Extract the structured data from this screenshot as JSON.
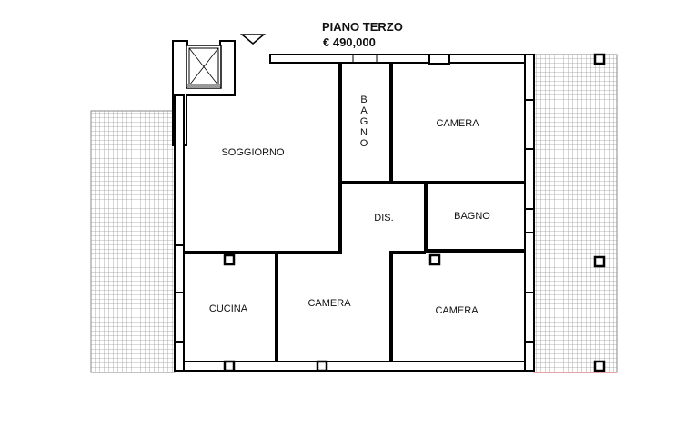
{
  "header": {
    "title": "PIANO TERZO",
    "price": "€ 490,000"
  },
  "rooms": {
    "soggiorno": "SOGGIORNO",
    "bagno_vertical": [
      "B",
      "A",
      "G",
      "N",
      "O"
    ],
    "camera_top": "CAMERA",
    "dis": "DIS.",
    "bagno": "BAGNO",
    "cucina": "CUCINA",
    "camera_mid": "CAMERA",
    "camera_right": "CAMERA"
  },
  "icons": {
    "entrance": "triangle-down-icon",
    "elevator": "elevator-shaft-icon"
  }
}
